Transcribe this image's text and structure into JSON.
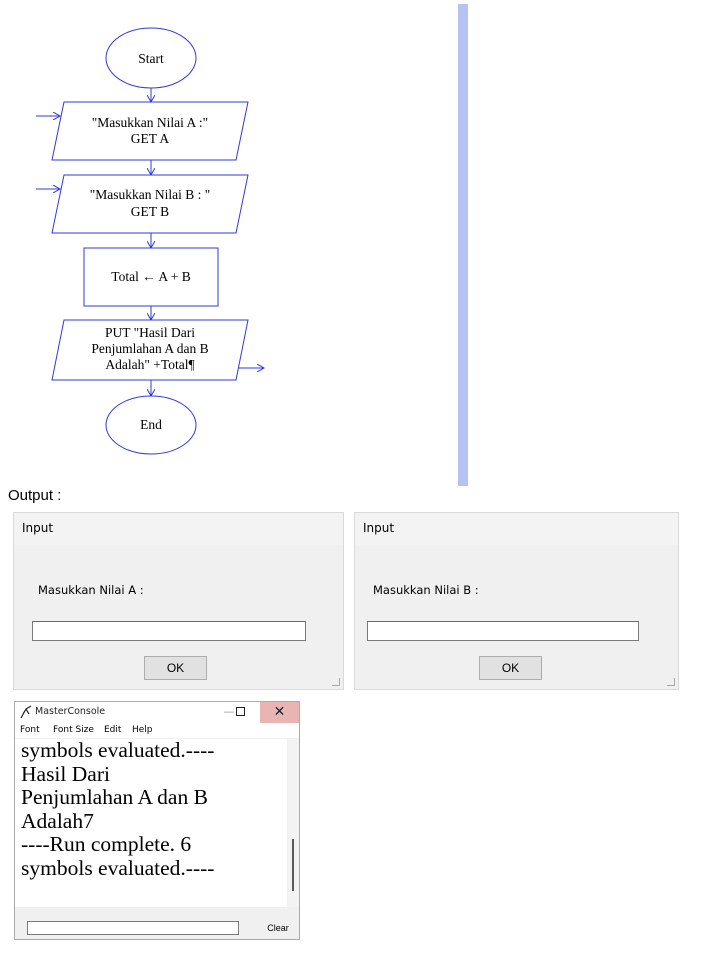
{
  "flowchart": {
    "start_label": "Start",
    "input_a_line1": "\"Masukkan Nilai A :\"",
    "input_a_line2": "GET A",
    "input_b_line1": "\"Masukkan Nilai B : \"",
    "input_b_line2": "GET B",
    "process_label": "Total ← A  +  B",
    "output_line1": "PUT \"Hasil Dari",
    "output_line2": "Penjumlahan A dan B",
    "output_line3": "Adalah\" +Total¶",
    "end_label": "End",
    "colors": {
      "stroke": "#2e3bd6",
      "side_bar": "#b4c3f2"
    }
  },
  "output_label": "Output :",
  "dialogs": [
    {
      "title": "Input",
      "prompt": "Masukkan Nilai A :",
      "value": "",
      "ok_label": "OK"
    },
    {
      "title": "Input",
      "prompt": "Masukkan Nilai B :",
      "value": "",
      "ok_label": "OK"
    }
  ],
  "console": {
    "title": "MasterConsole",
    "min_icon": "minimize-icon",
    "max_icon": "maximize-icon",
    "close_icon": "close-icon",
    "menus": [
      "Font",
      "Font Size",
      "Edit",
      "Help"
    ],
    "lines": [
      "symbols evaluated.----",
      "Hasil Dari",
      "Penjumlahan A dan B",
      "Adalah7",
      "----Run complete.  6",
      "symbols evaluated.----"
    ],
    "clear_label": "Clear",
    "close_color": "#e8b4b4"
  }
}
